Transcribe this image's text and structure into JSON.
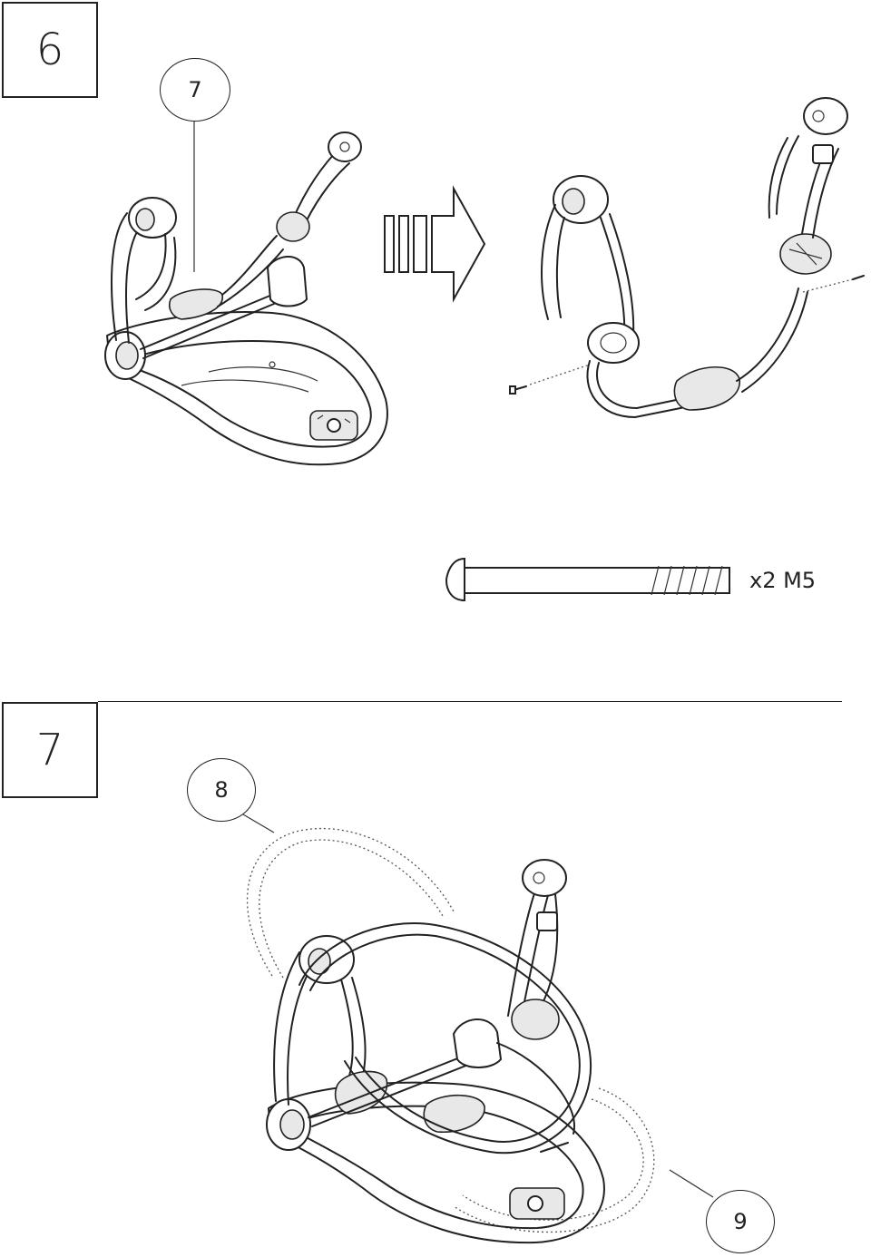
{
  "steps": [
    {
      "number": "6",
      "part_label": "7"
    },
    {
      "number": "7",
      "part_labels": [
        "8",
        "9"
      ]
    }
  ],
  "hardware": {
    "quantity_label": "x2 M5"
  },
  "icons": {
    "arrow": "assembly-arrow-icon",
    "screw": "bolt-m5-icon"
  }
}
